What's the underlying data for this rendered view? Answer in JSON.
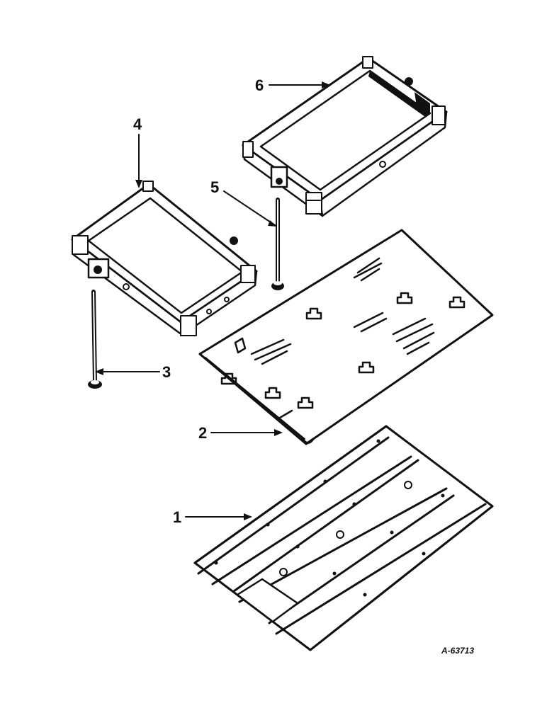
{
  "diagram": {
    "drawing_id": "A-63713",
    "callouts": [
      {
        "id": "1",
        "label": "1"
      },
      {
        "id": "2",
        "label": "2"
      },
      {
        "id": "3",
        "label": "3"
      },
      {
        "id": "4",
        "label": "4"
      },
      {
        "id": "5",
        "label": "5"
      },
      {
        "id": "6",
        "label": "6"
      }
    ]
  }
}
